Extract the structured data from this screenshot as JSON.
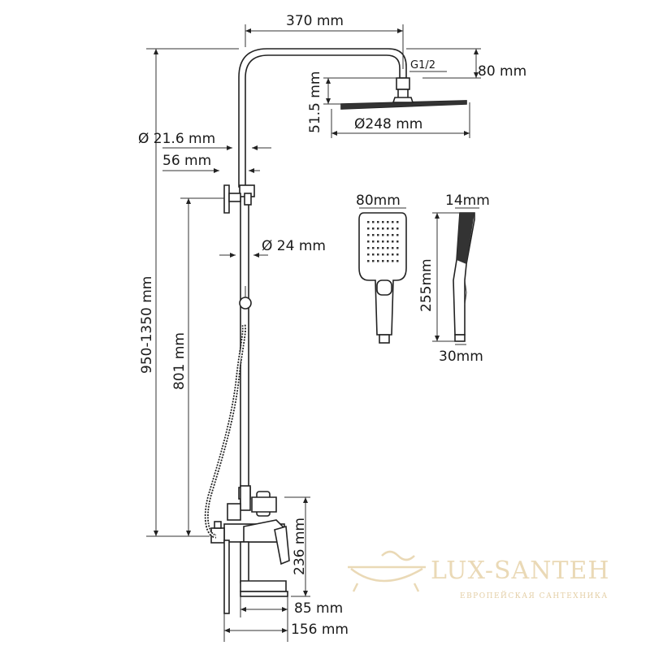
{
  "dimensions": {
    "arm_width": "370 mm",
    "overhead_height": "80 mm",
    "thread": "G1/2",
    "head_thickness": "51.5 mm",
    "head_diameter": "Ø248 mm",
    "pipe_top_diameter": "Ø 21.6 mm",
    "wall_offset": "56 mm",
    "pipe_bottom_diameter": "Ø 24 mm",
    "total_height": "950-1350 mm",
    "hand_shower_height": "801 mm",
    "mixer_height": "236 mm",
    "spout_85": "85 mm",
    "spout_156": "156 mm",
    "hand_width": "80mm",
    "hand_depth_top": "14mm",
    "hand_length": "255mm",
    "hand_depth_bottom": "30mm"
  },
  "watermark": {
    "brand": "LUX-SANTEH",
    "tagline": "ЕВРОПЕЙСКАЯ САНТЕХНИКА"
  }
}
